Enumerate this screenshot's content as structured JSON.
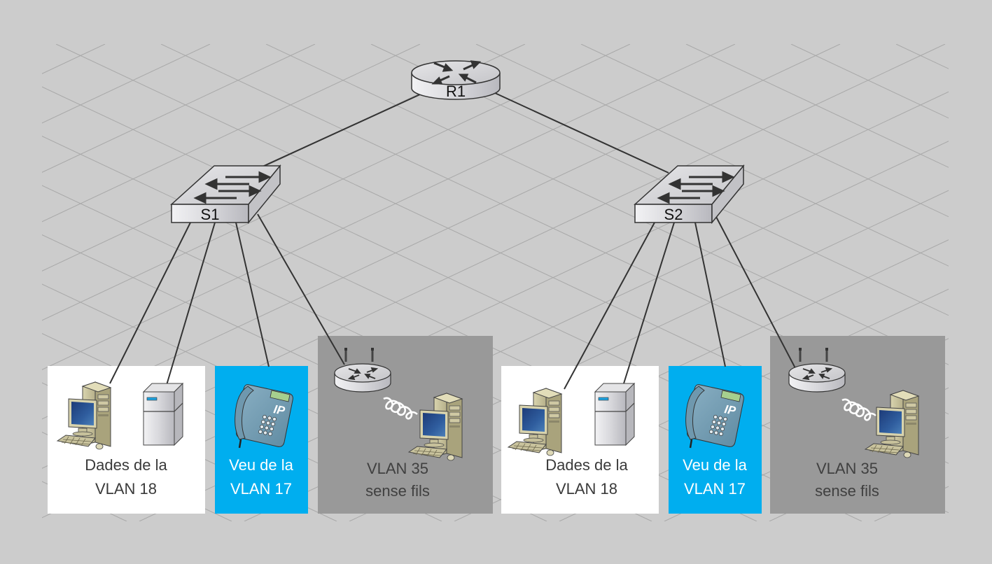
{
  "title": "VLAN network topology",
  "colors": {
    "background": "#cccccc",
    "grid": "#a8a8a8",
    "link": "#333333",
    "data_zone": "#ffffff",
    "voice_zone": "#00aeef",
    "wireless_zone": "#999999",
    "data_text": "#3a3a3a",
    "voice_text": "#ffffff",
    "wireless_text": "#404040"
  },
  "devices": {
    "router": {
      "label": "R1",
      "icon": "router-icon"
    },
    "switches": [
      {
        "id": "s1",
        "label": "S1",
        "icon": "switch-icon"
      },
      {
        "id": "s2",
        "label": "S2",
        "icon": "switch-icon"
      }
    ]
  },
  "groups": [
    {
      "switch": "S1",
      "zones": [
        {
          "type": "data",
          "line1": "Dades de la",
          "line2": "VLAN 18",
          "icons": [
            "desktop-pc-icon",
            "server-icon"
          ]
        },
        {
          "type": "voice",
          "line1": "Veu de la",
          "line2": "VLAN 17",
          "icons": [
            "ip-phone-icon"
          ]
        },
        {
          "type": "wireless",
          "line1": "VLAN 35",
          "line2": "sense fils",
          "icons": [
            "wireless-router-icon",
            "wireless-link-icon",
            "desktop-pc-icon"
          ]
        }
      ]
    },
    {
      "switch": "S2",
      "zones": [
        {
          "type": "data",
          "line1": "Dades de la",
          "line2": "VLAN 18",
          "icons": [
            "desktop-pc-icon",
            "server-icon"
          ]
        },
        {
          "type": "voice",
          "line1": "Veu de la",
          "line2": "VLAN 17",
          "icons": [
            "ip-phone-icon"
          ]
        },
        {
          "type": "wireless",
          "line1": "VLAN 35",
          "line2": "sense fils",
          "icons": [
            "wireless-router-icon",
            "wireless-link-icon",
            "desktop-pc-icon"
          ]
        }
      ]
    }
  ],
  "phone_badge": "IP"
}
